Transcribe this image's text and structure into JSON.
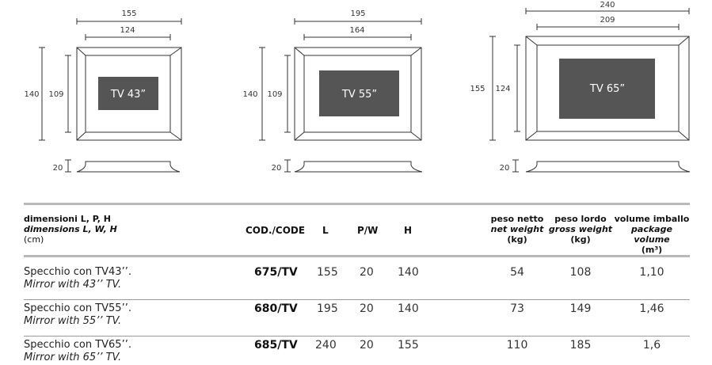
{
  "drawings": [
    {
      "outer_w": "155",
      "inner_w": "124",
      "outer_h": "140",
      "inner_h": "109",
      "depth": "20",
      "tv": "TV 43”"
    },
    {
      "outer_w": "195",
      "inner_w": "164",
      "outer_h": "140",
      "inner_h": "109",
      "depth": "20",
      "tv": "TV 55”"
    },
    {
      "outer_w": "240",
      "inner_w": "209",
      "outer_h": "155",
      "inner_h": "124",
      "depth": "20",
      "tv": "TV 65”"
    }
  ],
  "table": {
    "headers": {
      "dims_it": "dimensioni L, P, H",
      "dims_en": "dimensions L, W, H",
      "dims_unit": "(cm)",
      "code": "COD./CODE",
      "l": "L",
      "pw": "P/W",
      "h": "H",
      "net_it": "peso netto",
      "net_en": "net weight",
      "net_unit": "(kg)",
      "gross_it": "peso lordo",
      "gross_en": "gross weight",
      "gross_unit": "(kg)",
      "vol_it": "volume imballo",
      "vol_en": "package volume",
      "vol_unit": "(m³)"
    },
    "rows": [
      {
        "desc_it": "Specchio con TV43’’.",
        "desc_en": "Mirror with 43’’ TV.",
        "code": "675/TV",
        "l": "155",
        "pw": "20",
        "h": "140",
        "net": "54",
        "gross": "108",
        "vol": "1,10"
      },
      {
        "desc_it": "Specchio con TV55’’.",
        "desc_en": "Mirror with 55’’ TV.",
        "code": "680/TV",
        "l": "195",
        "pw": "20",
        "h": "140",
        "net": "73",
        "gross": "149",
        "vol": "1,46"
      },
      {
        "desc_it": "Specchio con TV65’’.",
        "desc_en": "Mirror with 65’’ TV.",
        "code": "685/TV",
        "l": "240",
        "pw": "20",
        "h": "155",
        "net": "110",
        "gross": "185",
        "vol": "1,6"
      }
    ]
  },
  "colors": {
    "tv_screen": "#555555",
    "line": "#333333",
    "rule": "#b9b9b9"
  }
}
